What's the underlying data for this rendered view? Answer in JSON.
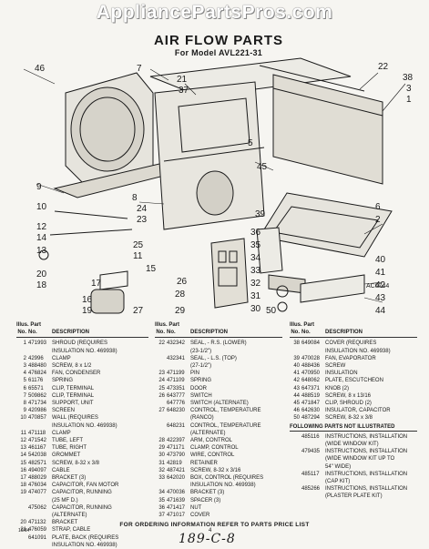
{
  "watermark": "AppliancePartsPros.com",
  "header": {
    "title": "AIR FLOW PARTS",
    "subtitle": "For Model AVL221-31"
  },
  "figure_code": "AC0744",
  "callouts": [
    "46",
    "7",
    "21",
    "37",
    "22",
    "38",
    "3",
    "1",
    "45",
    "5",
    "9",
    "8",
    "24",
    "23",
    "10",
    "12",
    "14",
    "25",
    "11",
    "15",
    "39",
    "6",
    "2",
    "26",
    "40",
    "13",
    "17",
    "16",
    "19",
    "20",
    "18",
    "27",
    "28",
    "41",
    "29",
    "36",
    "35",
    "34",
    "33",
    "32",
    "31",
    "30",
    "42",
    "43",
    "44",
    "50"
  ],
  "columns": {
    "illus": "Illus. Part",
    "no": "No.",
    "pno": "No.",
    "description": "DESCRIPTION"
  },
  "table_left": [
    {
      "num": "1",
      "part": "471993",
      "desc": "SHROUD (REQUIRES"
    },
    {
      "num": "",
      "part": "",
      "desc": "INSULATION NO. 469938)"
    },
    {
      "num": "2",
      "part": "42996",
      "desc": "CLAMP"
    },
    {
      "num": "3",
      "part": "488480",
      "desc": "SCREW, 8 x 1/2"
    },
    {
      "num": "4",
      "part": "476824",
      "desc": "FAN, CONDENSER"
    },
    {
      "num": "5",
      "part": "61176",
      "desc": "SPRING"
    },
    {
      "num": "6",
      "part": "65571",
      "desc": "CLIP, TERMINAL"
    },
    {
      "num": "7",
      "part": "509862",
      "desc": "CLIP, TERMINAL"
    },
    {
      "num": "8",
      "part": "471734",
      "desc": "SUPPORT, UNIT"
    },
    {
      "num": "9",
      "part": "420986",
      "desc": "SCREEN"
    },
    {
      "num": "10",
      "part": "470857",
      "desc": "WALL (REQUIRES"
    },
    {
      "num": "",
      "part": "",
      "desc": "INSULATION NO. 469938)"
    },
    {
      "num": "11",
      "part": "471118",
      "desc": "CLAMP"
    },
    {
      "num": "12",
      "part": "471542",
      "desc": "TUBE, LEFT"
    },
    {
      "num": "13",
      "part": "461167",
      "desc": "TUBE, RIGHT"
    },
    {
      "num": "14",
      "part": "542038",
      "desc": "GROMMET"
    },
    {
      "num": "15",
      "part": "482571",
      "desc": "SCREW, 8-32 x 3/8"
    },
    {
      "num": "16",
      "part": "494097",
      "desc": "CABLE"
    },
    {
      "num": "17",
      "part": "488029",
      "desc": "BRACKET (3)"
    },
    {
      "num": "18",
      "part": "476034",
      "desc": "CAPACITOR, FAN MOTOR"
    },
    {
      "num": "19",
      "part": "474077",
      "desc": "CAPACITOR, RUNNING"
    },
    {
      "num": "",
      "part": "",
      "desc": "(25 MF D.)"
    },
    {
      "num": "",
      "part": "475062",
      "desc": "CAPACITOR, RUNNING"
    },
    {
      "num": "",
      "part": "",
      "desc": "(ALTERNATE)"
    },
    {
      "num": "20",
      "part": "471132",
      "desc": "BRACKET"
    },
    {
      "num": "21",
      "part": "476059",
      "desc": "STRAP, CABLE"
    },
    {
      "num": "",
      "part": "641091",
      "desc": "PLATE, BACK (REQUIRES"
    },
    {
      "num": "",
      "part": "",
      "desc": "INSULATION NO. 469938)"
    }
  ],
  "table_mid": [
    {
      "num": "22",
      "part": "432342",
      "desc": "SEAL, - R.S. (LOWER)"
    },
    {
      "num": "",
      "part": "",
      "desc": "(23-1/2\")"
    },
    {
      "num": "",
      "part": "432341",
      "desc": "SEAL, - L.S. (TOP)"
    },
    {
      "num": "",
      "part": "",
      "desc": "(27-1/2\")"
    },
    {
      "num": "23",
      "part": "471199",
      "desc": "PIN"
    },
    {
      "num": "24",
      "part": "471109",
      "desc": "SPRING"
    },
    {
      "num": "25",
      "part": "473351",
      "desc": "DOOR"
    },
    {
      "num": "26",
      "part": "643777",
      "desc": "SWITCH"
    },
    {
      "num": "",
      "part": "647776",
      "desc": "SWITCH (ALTERNATE)"
    },
    {
      "num": "27",
      "part": "648230",
      "desc": "CONTROL, TEMPERATURE"
    },
    {
      "num": "",
      "part": "",
      "desc": "(RANCO)"
    },
    {
      "num": "",
      "part": "648231",
      "desc": "CONTROL, TEMPERATURE"
    },
    {
      "num": "",
      "part": "",
      "desc": "(ALTERNATE)"
    },
    {
      "num": "28",
      "part": "422397",
      "desc": "ARM, CONTROL"
    },
    {
      "num": "29",
      "part": "471171",
      "desc": "CLAMP, CONTROL"
    },
    {
      "num": "30",
      "part": "473790",
      "desc": "WIRE, CONTROL"
    },
    {
      "num": "31",
      "part": "42819",
      "desc": "RETAINER"
    },
    {
      "num": "32",
      "part": "487421",
      "desc": "SCREW, 8-32 x 3/16"
    },
    {
      "num": "33",
      "part": "642020",
      "desc": "BOX, CONTROL (REQUIRES"
    },
    {
      "num": "",
      "part": "",
      "desc": "INSULATION NO. 469938)"
    },
    {
      "num": "34",
      "part": "470036",
      "desc": "BRACKET (3)"
    },
    {
      "num": "35",
      "part": "471639",
      "desc": "SPACER (3)"
    },
    {
      "num": "36",
      "part": "471417",
      "desc": "NUT"
    },
    {
      "num": "37",
      "part": "471017",
      "desc": "COVER"
    }
  ],
  "table_right": [
    {
      "num": "38",
      "part": "649084",
      "desc": "COVER (REQUIRES"
    },
    {
      "num": "",
      "part": "",
      "desc": "INSULATION NO. 469938)"
    },
    {
      "num": "39",
      "part": "470028",
      "desc": "FAN, EVAPORATOR"
    },
    {
      "num": "40",
      "part": "488436",
      "desc": "SCREW"
    },
    {
      "num": "41",
      "part": "470950",
      "desc": "INSULATION"
    },
    {
      "num": "42",
      "part": "648062",
      "desc": "PLATE, ESCUTCHEON"
    },
    {
      "num": "43",
      "part": "647371",
      "desc": "KNOB (2)"
    },
    {
      "num": "44",
      "part": "488519",
      "desc": "SCREW, 8 x 13/16"
    },
    {
      "num": "45",
      "part": "471847",
      "desc": "CLIP, SHROUD (2)"
    },
    {
      "num": "46",
      "part": "642630",
      "desc": "INSULATOR, CAPACITOR"
    },
    {
      "num": "50",
      "part": "487294",
      "desc": "SCREW, 8-32 x 3/8"
    }
  ],
  "not_illustrated_heading": "FOLLOWING PARTS NOT ILLUSTRATED",
  "table_not_illustrated": [
    {
      "num": "",
      "part": "485116",
      "desc": "INSTRUCTIONS, INSTALLATION"
    },
    {
      "num": "",
      "part": "",
      "desc": "(WIDE WINDOW KIT)"
    },
    {
      "num": "",
      "part": "479435",
      "desc": "INSTRUCTIONS, INSTALLATION"
    },
    {
      "num": "",
      "part": "",
      "desc": "(WIDE WINDOW KIT UP TO"
    },
    {
      "num": "",
      "part": "",
      "desc": "54\" WIDE)"
    },
    {
      "num": "",
      "part": "485117",
      "desc": "INSTRUCTIONS, INSTALLATION"
    },
    {
      "num": "",
      "part": "",
      "desc": "(CAP KIT)"
    },
    {
      "num": "",
      "part": "485266",
      "desc": "INSTRUCTIONS, INSTALLATION"
    },
    {
      "num": "",
      "part": "",
      "desc": "(PLASTER PLATE KIT)"
    }
  ],
  "footer_note": "FOR ORDERING INFORMATION REFER TO PARTS PRICE LIST",
  "page_number": "4",
  "date_code": "10/84",
  "handwritten_note": "189-C-8"
}
